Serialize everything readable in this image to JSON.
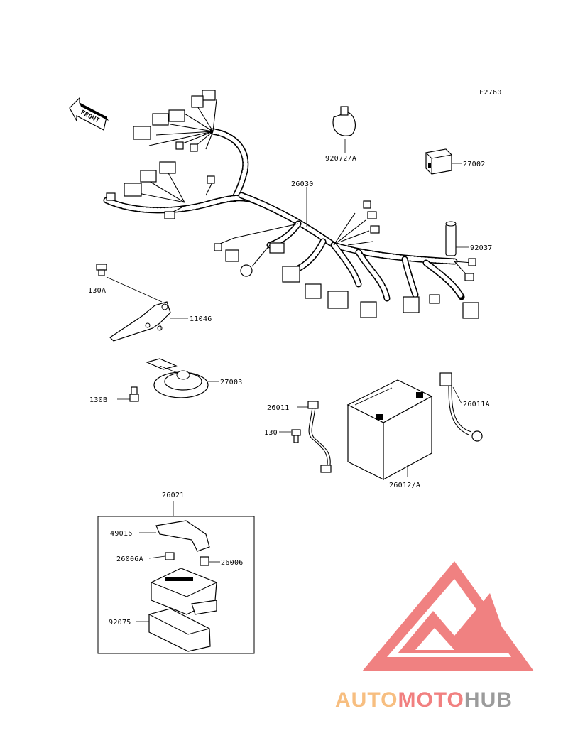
{
  "figure_code": "F2760",
  "front_label": "FRONT",
  "parts": {
    "p92072A": "92072/A",
    "p27002": "27002",
    "p26030": "26030",
    "p92037": "92037",
    "p130A": "130A",
    "p11046": "11046",
    "p27003": "27003",
    "p130B": "130B",
    "p26011": "26011",
    "p26011A": "26011A",
    "p130": "130",
    "p26012A": "26012/A",
    "p26021": "26021",
    "p49016": "49016",
    "p26006A": "26006A",
    "p26006": "26006",
    "p92075": "92075"
  },
  "watermark": {
    "part1": "AUTO",
    "part2": "MOTO",
    "part3": "HUB",
    "colors": {
      "orange": "#f6b36b",
      "red": "#ef6b6b",
      "gray": "#8a8a8a"
    }
  }
}
